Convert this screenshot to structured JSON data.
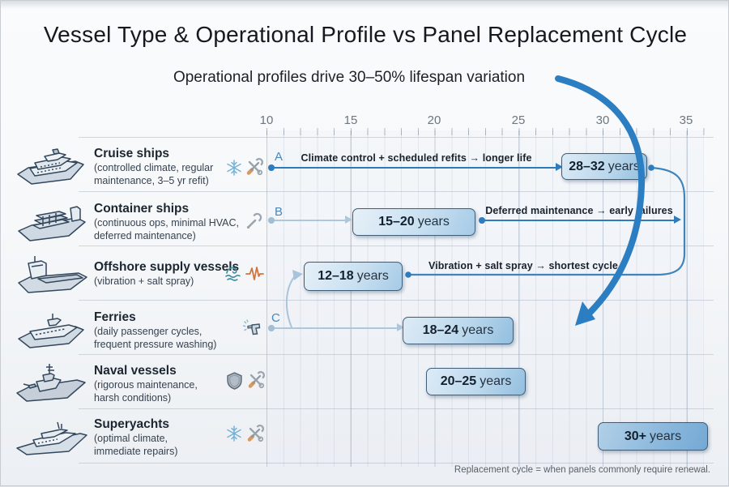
{
  "title": "Vessel Type & Operational Profile vs Panel Replacement Cycle",
  "subtitle": "Operational profiles drive 30–50% lifespan variation",
  "footnote": "Replacement cycle = when panels commonly require renewal.",
  "axis": {
    "ticks": [
      "10",
      "15",
      "20",
      "25",
      "30",
      "35"
    ]
  },
  "colors": {
    "accent_blue": "#2e7cbd",
    "light_connector": "#aec7db",
    "box_border": "#3f5e7a",
    "box_fill_light": "#ddebf6",
    "box_fill_dark": "#74a9d4"
  },
  "rows": [
    {
      "name": "Cruise ships",
      "desc_lines": [
        "(controlled climate, regular",
        "maintenance, 3–5 yr refit)"
      ],
      "marker": "A",
      "icons": [
        "snowflake-icon",
        "crossed-tools-icon"
      ],
      "range": "28–32",
      "unit": "years",
      "annotation": "Climate control + scheduled refits → longer life"
    },
    {
      "name": "Container ships",
      "desc_lines": [
        "(continuous ops, minimal HVAC,",
        "deferred maintenance)"
      ],
      "marker": "B",
      "icons": [
        "wrench-icon"
      ],
      "range": "15–20",
      "unit": "years",
      "annotation": "Deferred maintenance → early failures"
    },
    {
      "name": "Offshore supply vessels",
      "desc_lines": [
        "(vibration + salt spray)"
      ],
      "icons": [
        "wave-icon",
        "vibration-icon"
      ],
      "range": "12–18",
      "unit": "years",
      "annotation": "Vibration + salt spray → shortest cycle"
    },
    {
      "name": "Ferries",
      "desc_lines": [
        "(daily passenger cycles,",
        "frequent pressure washing)"
      ],
      "marker": "C",
      "icons": [
        "pressure-washer-icon"
      ],
      "range": "18–24",
      "unit": "years"
    },
    {
      "name": "Naval vessels",
      "desc_lines": [
        "(rigorous maintenance,",
        "harsh conditions)"
      ],
      "icons": [
        "shield-icon",
        "crossed-tools-icon"
      ],
      "range": "20–25",
      "unit": "years"
    },
    {
      "name": "Superyachts",
      "desc_lines": [
        "(optimal climate,",
        "immediate repairs)"
      ],
      "icons": [
        "snowflake-icon",
        "crossed-tools-icon"
      ],
      "range": "30+",
      "unit": "years"
    }
  ],
  "chart_data": {
    "type": "bar",
    "orientation": "horizontal_range",
    "title": "Vessel Type & Operational Profile vs Panel Replacement Cycle",
    "subtitle": "Operational profiles drive 30–50% lifespan variation",
    "categories": [
      "Cruise ships",
      "Container ships",
      "Offshore supply vessels",
      "Ferries",
      "Naval vessels",
      "Superyachts"
    ],
    "series": [
      {
        "name": "Panel replacement cycle (years)",
        "ranges": [
          [
            28,
            32
          ],
          [
            15,
            20
          ],
          [
            12,
            18
          ],
          [
            18,
            24
          ],
          [
            20,
            25
          ],
          [
            30,
            null
          ]
        ]
      }
    ],
    "range_labels": [
      "28–32 years",
      "15–20 years",
      "12–18 years",
      "18–24 years",
      "20–25 years",
      "30+ years"
    ],
    "x_ticks": [
      10,
      15,
      20,
      25,
      30,
      35
    ],
    "xlim": [
      8,
      37
    ],
    "grid": true,
    "annotations": [
      {
        "row": "Cruise ships",
        "marker": "A",
        "text": "Climate control + scheduled refits → longer life"
      },
      {
        "row": "Container ships",
        "marker": "B",
        "text": "Deferred maintenance → early failures"
      },
      {
        "row": "Offshore supply vessels",
        "text": "Vibration + salt spray → shortest cycle"
      },
      {
        "row": "Ferries",
        "marker": "C"
      }
    ],
    "footnote": "Replacement cycle = when panels commonly require renewal."
  }
}
